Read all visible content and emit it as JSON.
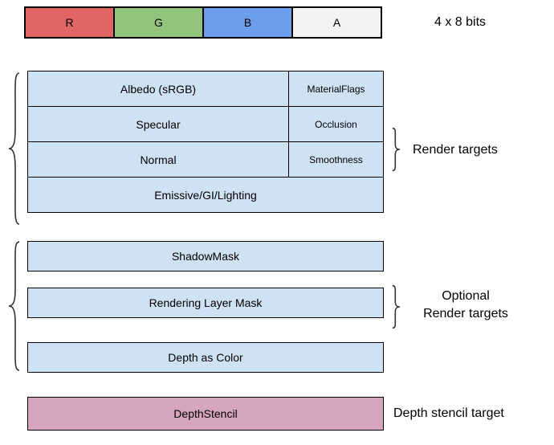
{
  "channels": {
    "caption": "4 x 8 bits",
    "items": [
      {
        "label": "R",
        "color": "#e06666"
      },
      {
        "label": "G",
        "color": "#93c47d"
      },
      {
        "label": "B",
        "color": "#6d9eeb"
      },
      {
        "label": "A",
        "color": "#f3f3f3"
      }
    ]
  },
  "colors": {
    "target_fill": "#cfe2f3",
    "depth_fill": "#d5a6bd",
    "border": "#000000"
  },
  "render_targets": {
    "label": "Render targets",
    "rows": [
      {
        "main": "Albedo (sRGB)",
        "aux": "MaterialFlags"
      },
      {
        "main": "Specular",
        "aux": "Occlusion"
      },
      {
        "main": "Normal",
        "aux": "Smoothness"
      },
      {
        "main": "Emissive/GI/Lighting"
      }
    ]
  },
  "optional_targets": {
    "label_line1": "Optional",
    "label_line2": "Render targets",
    "rows": [
      "ShadowMask",
      "Rendering Layer Mask",
      "Depth as Color"
    ]
  },
  "depth_stencil": {
    "box_label": "DepthStencil",
    "label": "Depth stencil target"
  }
}
